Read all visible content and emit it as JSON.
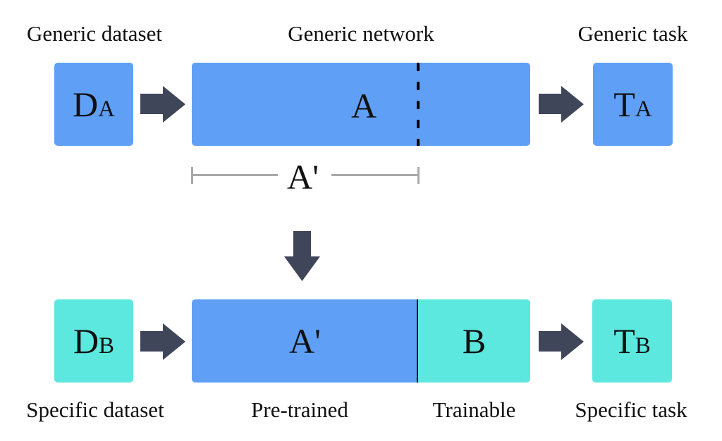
{
  "colors": {
    "generic_block": "#5fa0f6",
    "specific_block": "#5ce8de",
    "arrow": "#404659",
    "bracket": "#a9a9a9"
  },
  "top_row": {
    "captions": {
      "dataset": "Generic dataset",
      "network": "Generic network",
      "task": "Generic task"
    },
    "dataset_box": {
      "main": "D",
      "sub": "A"
    },
    "network_box": {
      "label": "A"
    },
    "task_box": {
      "main": "T",
      "sub": "A"
    },
    "bracket_label": "A'"
  },
  "bottom_row": {
    "captions": {
      "dataset": "Specific dataset",
      "pretrained": "Pre-trained",
      "trainable": "Trainable",
      "task": "Specific task"
    },
    "dataset_box": {
      "main": "D",
      "sub": "B"
    },
    "pretrained_box": {
      "label": "A'"
    },
    "trainable_box": {
      "label": "B"
    },
    "task_box": {
      "main": "T",
      "sub": "B"
    }
  },
  "icons": {
    "right_arrow": "right-arrow-icon",
    "down_arrow": "down-arrow-icon"
  }
}
